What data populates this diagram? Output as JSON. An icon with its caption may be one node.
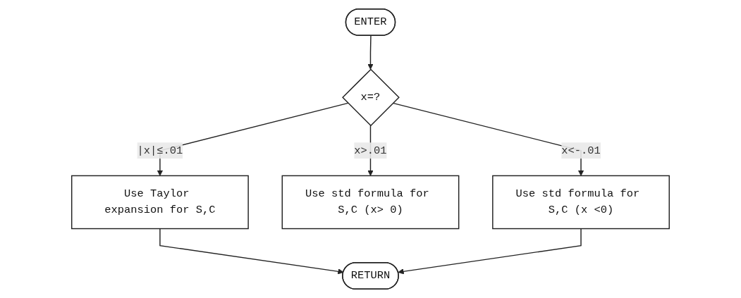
{
  "diagram": {
    "nodes": [
      {
        "text": [
          "ENTER"
        ]
      },
      {
        "text": [
          "x=?"
        ]
      },
      {
        "text": [
          "Use Taylor expansion for S,C"
        ]
      },
      {
        "text": [
          "Use std formula for S,C (x> 0)"
        ]
      },
      {
        "text": [
          "Use std formula for S,C (x <0)"
        ]
      },
      {
        "text": [
          "RETURN"
        ]
      }
    ],
    "edges": [
      {
        "from": 0,
        "to": 1,
        "arrow": "to"
      },
      {
        "from": 1,
        "to": 2,
        "arrow": "to",
        "label": "|x|≤.01"
      },
      {
        "from": 1,
        "to": 3,
        "arrow": "to",
        "label": "x>.01"
      },
      {
        "from": 1,
        "to": 4,
        "arrow": "to",
        "label": "x<-.01"
      },
      {
        "from": 2,
        "to": 5,
        "arrow": "to"
      },
      {
        "from": 4,
        "to": 5,
        "arrow": "to"
      }
    ]
  }
}
